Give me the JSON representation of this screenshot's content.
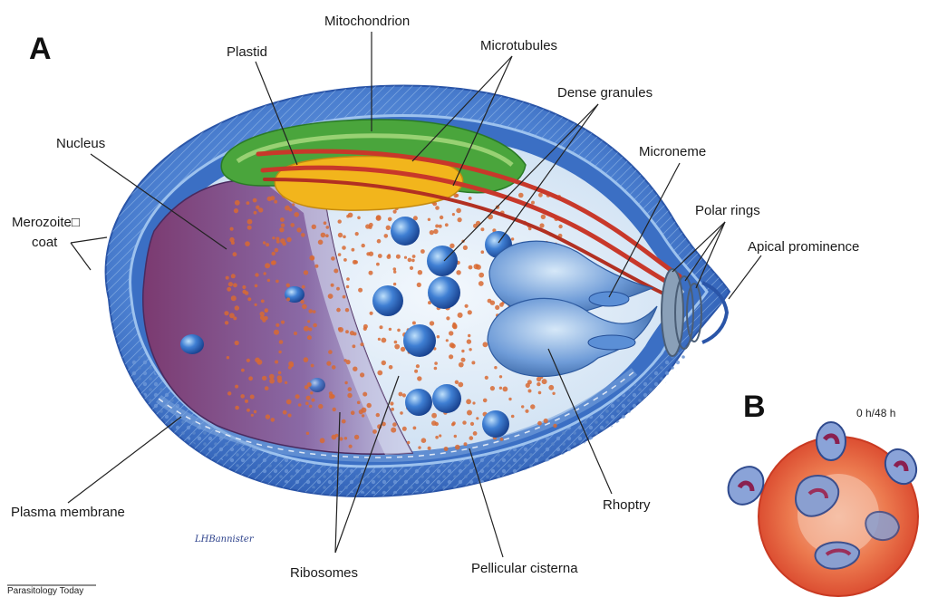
{
  "panels": {
    "a": "A",
    "b": "B"
  },
  "labels": {
    "mitochondrion": "Mitochondrion",
    "plastid": "Plastid",
    "microtubules": "Microtubules",
    "dense_granules": "Dense granules",
    "nucleus": "Nucleus",
    "microneme": "Microneme",
    "merozoite_coat_line1": "Merozoite□",
    "merozoite_coat_line2": "coat",
    "polar_rings": "Polar rings",
    "apical_prominence": "Apical prominence",
    "plasma_membrane": "Plasma membrane",
    "rhoptry": "Rhoptry",
    "ribosomes": "Ribosomes",
    "pellicular_cisterna": "Pellicular cisterna"
  },
  "time_label": "0 h/48 h",
  "source": "Parasitology Today",
  "artist_signature": "LHBannister",
  "colors": {
    "coat": "#3d6fc4",
    "cytoplasm": "#dbe9f5",
    "nucleus": "#6a3f78",
    "mitochondrion": "#4aa53c",
    "plastid": "#f2b51c",
    "microtubules": "#c8382a",
    "ribosome": "#d86a32",
    "granule": "#2f62b8",
    "rbc": "#e4572e"
  }
}
